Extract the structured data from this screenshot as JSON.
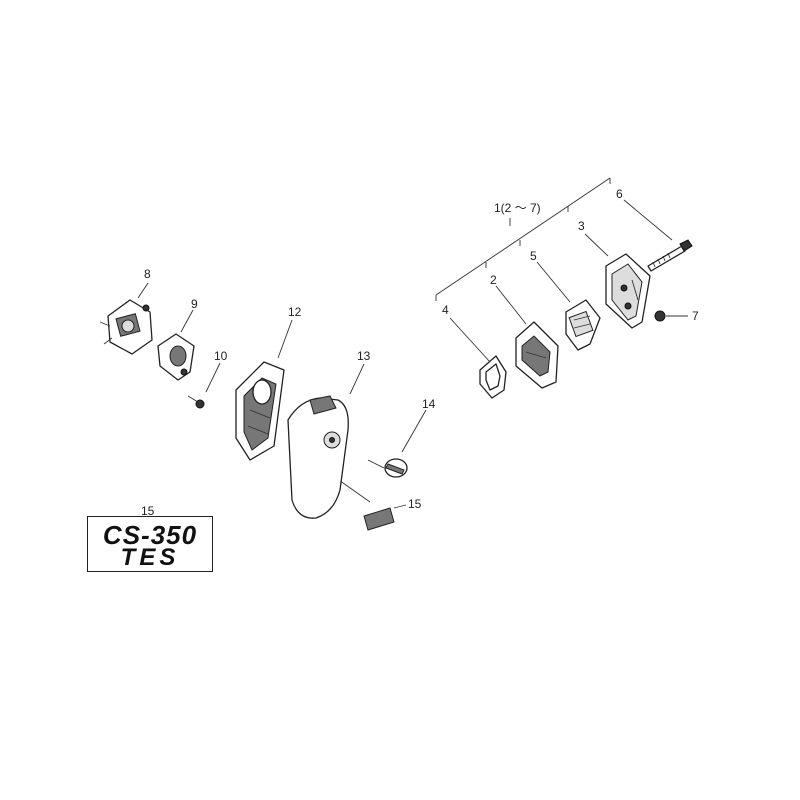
{
  "callouts": {
    "c1": "1(2 ～ 7)",
    "c2": "2",
    "c3": "3",
    "c4": "4",
    "c5": "5",
    "c6": "6",
    "c7": "7",
    "c8": "8",
    "c9": "9",
    "c10": "10",
    "c12": "12",
    "c13": "13",
    "c14": "14",
    "c15a": "15",
    "c15b": "15"
  },
  "decal": {
    "line1": "CS-350",
    "line2": "TES"
  }
}
